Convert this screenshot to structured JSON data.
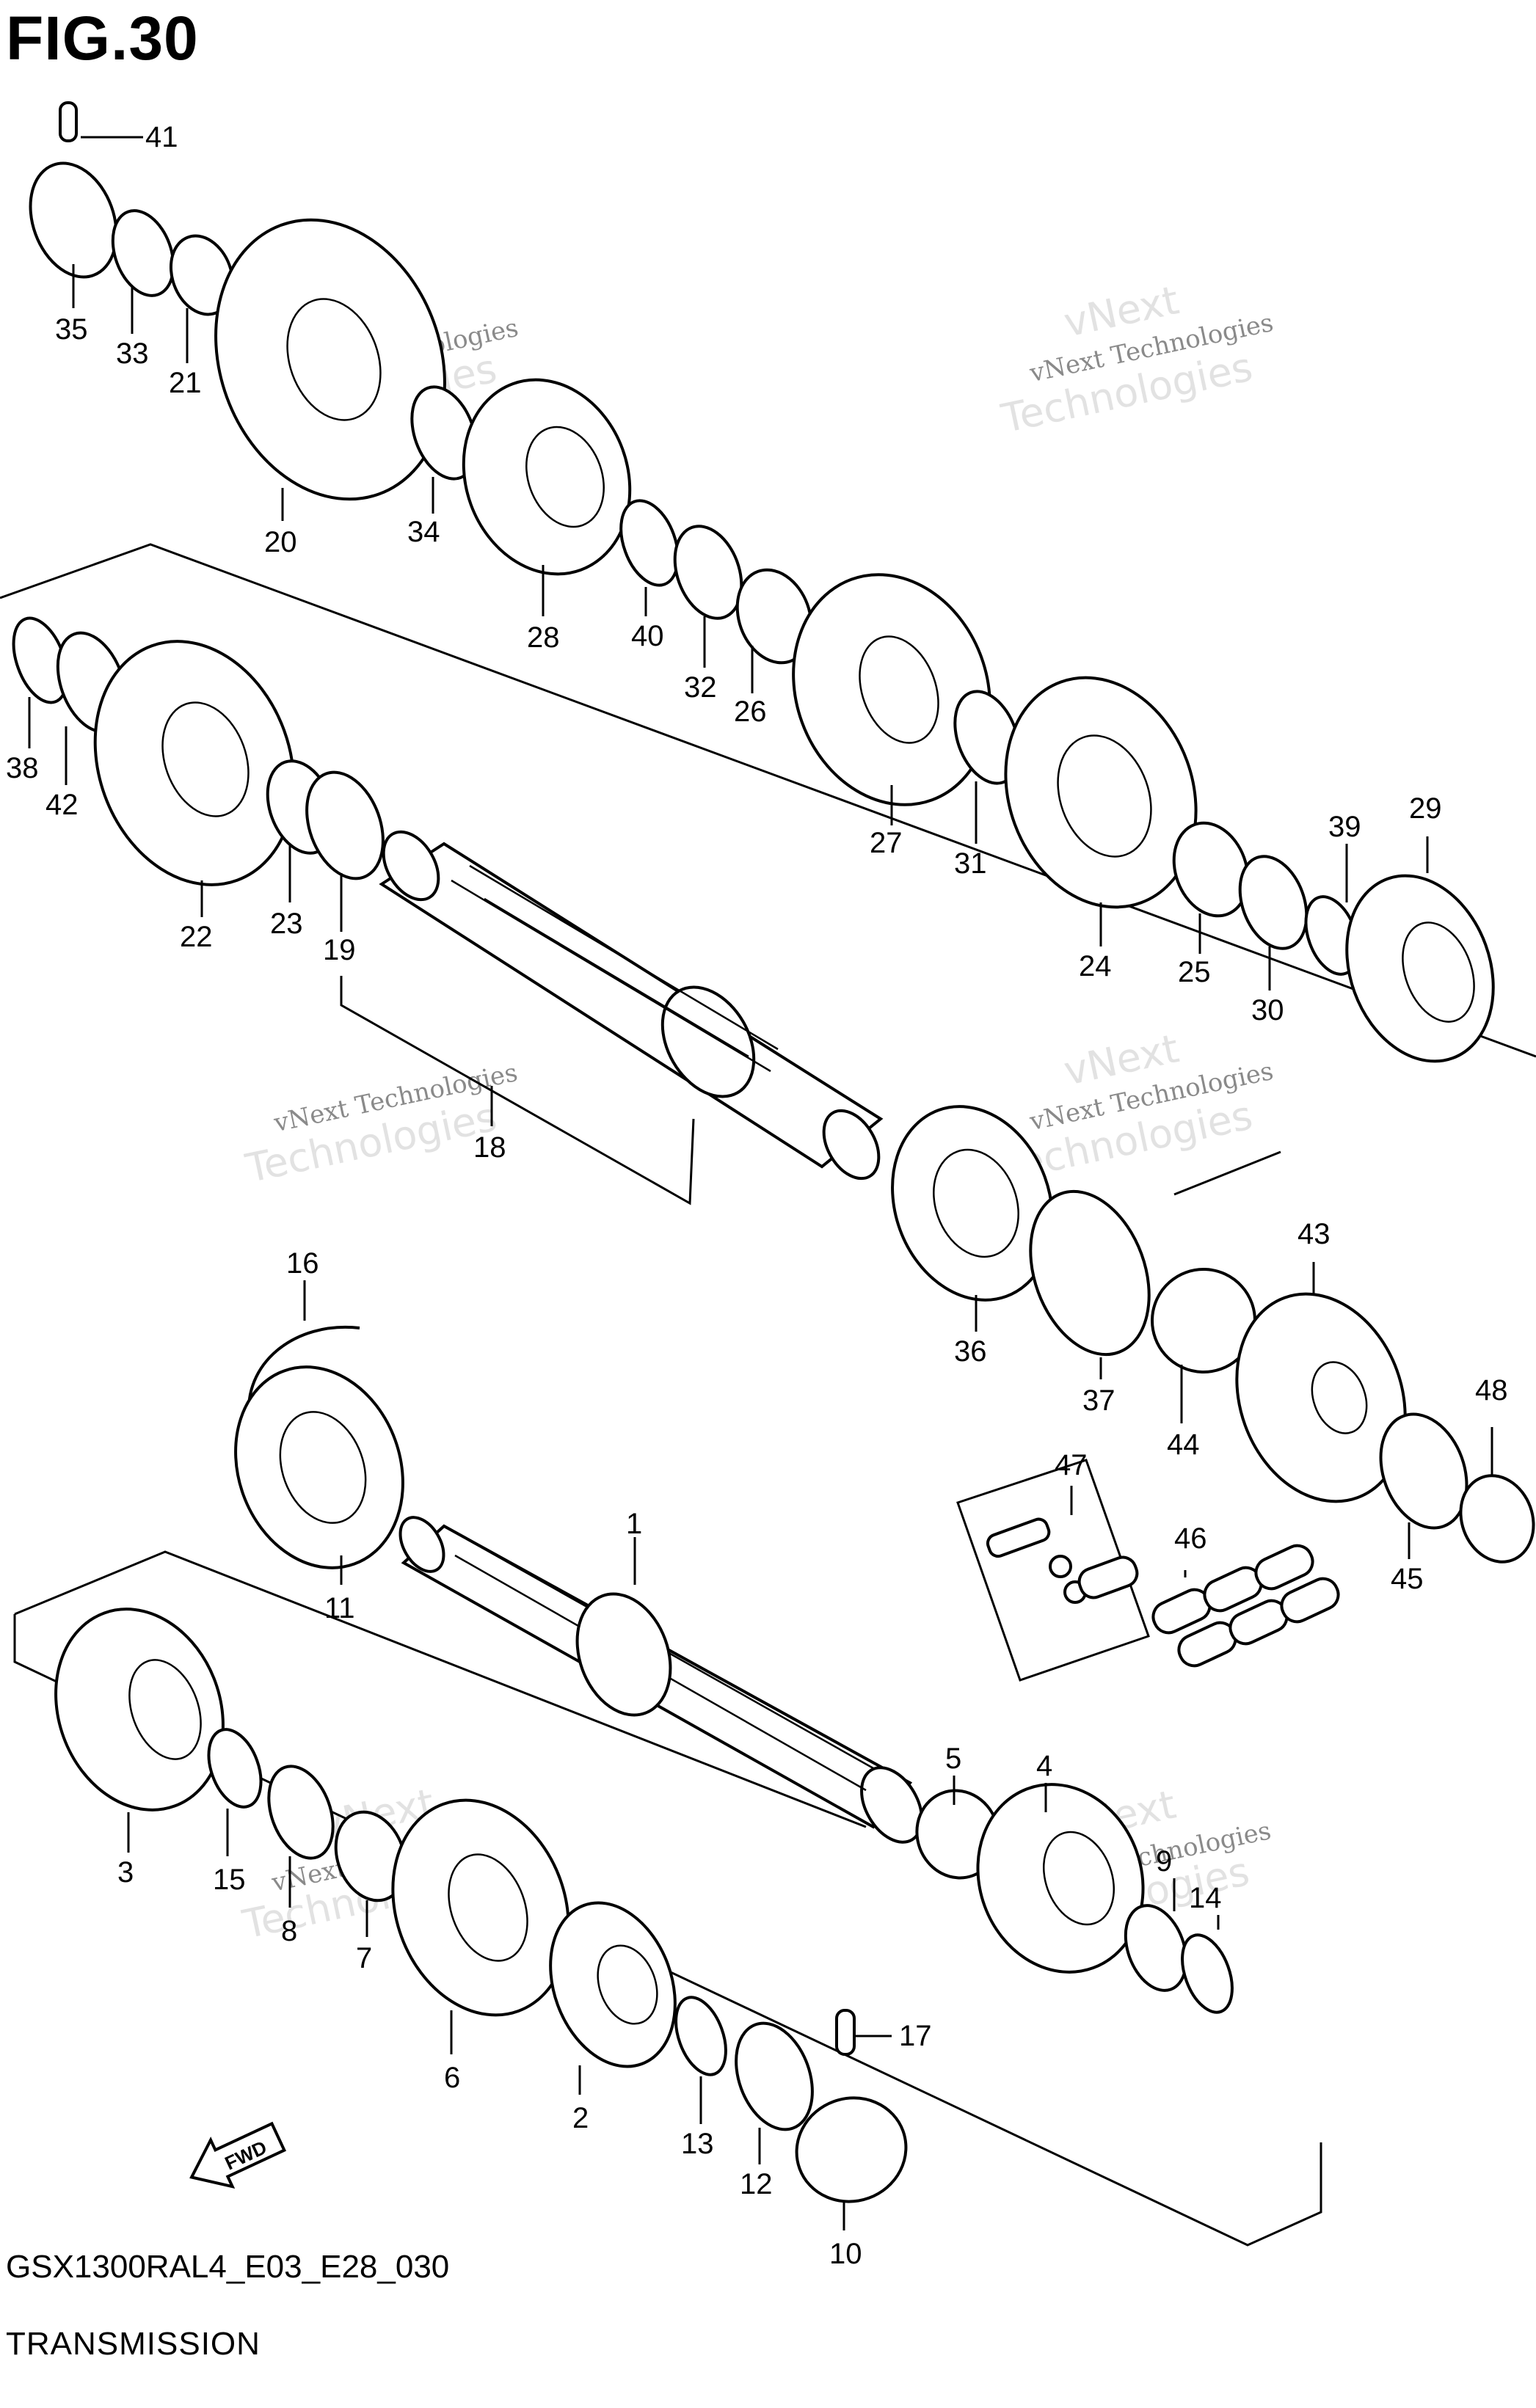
{
  "header": {
    "figure": "FIG.30"
  },
  "footer": {
    "code": "GSX1300RAL4_E03_E28_030",
    "section": "TRANSMISSION"
  },
  "fwd_label": "FWD",
  "watermark": {
    "line1": "vNext Technologies",
    "line2": "Technologies",
    "line3": "vNext"
  },
  "callouts": [
    {
      "id": "41",
      "label": "41"
    },
    {
      "id": "35",
      "label": "35"
    },
    {
      "id": "33",
      "label": "33"
    },
    {
      "id": "21",
      "label": "21"
    },
    {
      "id": "20",
      "label": "20"
    },
    {
      "id": "34",
      "label": "34"
    },
    {
      "id": "28",
      "label": "28"
    },
    {
      "id": "40",
      "label": "40"
    },
    {
      "id": "32",
      "label": "32"
    },
    {
      "id": "26",
      "label": "26"
    },
    {
      "id": "27",
      "label": "27"
    },
    {
      "id": "31",
      "label": "31"
    },
    {
      "id": "24",
      "label": "24"
    },
    {
      "id": "25",
      "label": "25"
    },
    {
      "id": "30",
      "label": "30"
    },
    {
      "id": "39",
      "label": "39"
    },
    {
      "id": "29",
      "label": "29"
    },
    {
      "id": "38",
      "label": "38"
    },
    {
      "id": "42",
      "label": "42"
    },
    {
      "id": "22",
      "label": "22"
    },
    {
      "id": "23",
      "label": "23"
    },
    {
      "id": "19",
      "label": "19"
    },
    {
      "id": "18",
      "label": "18"
    },
    {
      "id": "36",
      "label": "36"
    },
    {
      "id": "37",
      "label": "37"
    },
    {
      "id": "44",
      "label": "44"
    },
    {
      "id": "43",
      "label": "43"
    },
    {
      "id": "48",
      "label": "48"
    },
    {
      "id": "45",
      "label": "45"
    },
    {
      "id": "47",
      "label": "47"
    },
    {
      "id": "46",
      "label": "46"
    },
    {
      "id": "16",
      "label": "16"
    },
    {
      "id": "11",
      "label": "11"
    },
    {
      "id": "1",
      "label": "1"
    },
    {
      "id": "5",
      "label": "5"
    },
    {
      "id": "4",
      "label": "4"
    },
    {
      "id": "9",
      "label": "9"
    },
    {
      "id": "14",
      "label": "14"
    },
    {
      "id": "3",
      "label": "3"
    },
    {
      "id": "15",
      "label": "15"
    },
    {
      "id": "8",
      "label": "8"
    },
    {
      "id": "7",
      "label": "7"
    },
    {
      "id": "6",
      "label": "6"
    },
    {
      "id": "2",
      "label": "2"
    },
    {
      "id": "13",
      "label": "13"
    },
    {
      "id": "12",
      "label": "12"
    },
    {
      "id": "17",
      "label": "17"
    },
    {
      "id": "10",
      "label": "10"
    }
  ]
}
